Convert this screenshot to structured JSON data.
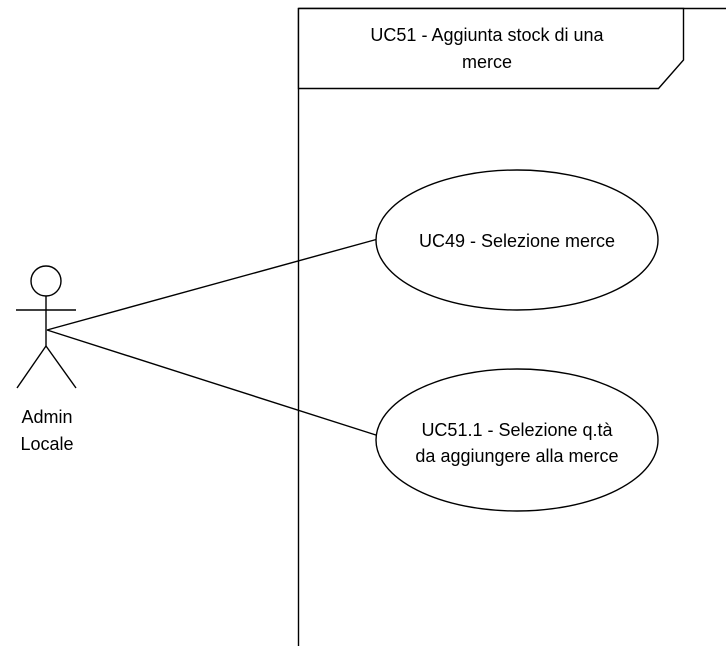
{
  "frame": {
    "title_line1": "UC51 - Aggiunta stock di una",
    "title_line2": "merce"
  },
  "actor": {
    "label_line1": "Admin",
    "label_line2": "Locale"
  },
  "use_cases": [
    {
      "id": "UC49",
      "line1": "UC49 - Selezione merce",
      "line2": ""
    },
    {
      "id": "UC51.1",
      "line1": "UC51.1 - Selezione q.tà",
      "line2": "da aggiungere alla merce"
    }
  ],
  "colors": {
    "stroke": "#000000",
    "fill": "#ffffff",
    "text": "#000000"
  }
}
